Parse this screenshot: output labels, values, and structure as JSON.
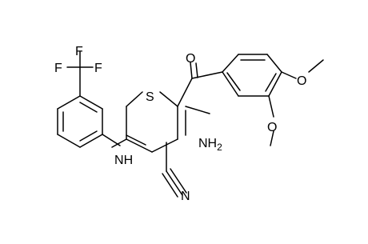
{
  "atom_labels": {
    "S": "S",
    "O_carbonyl": "O",
    "O_methoxy_1": "O",
    "O_methoxy_2": "O",
    "NH2": "NH",
    "NH2_sub": "2",
    "NH": "N",
    "NH_H": "H",
    "N_nitrile": "N",
    "F1": "F",
    "F2": "F",
    "F3": "F"
  },
  "colors": {
    "ink": "#000000",
    "background": "#ffffff"
  }
}
